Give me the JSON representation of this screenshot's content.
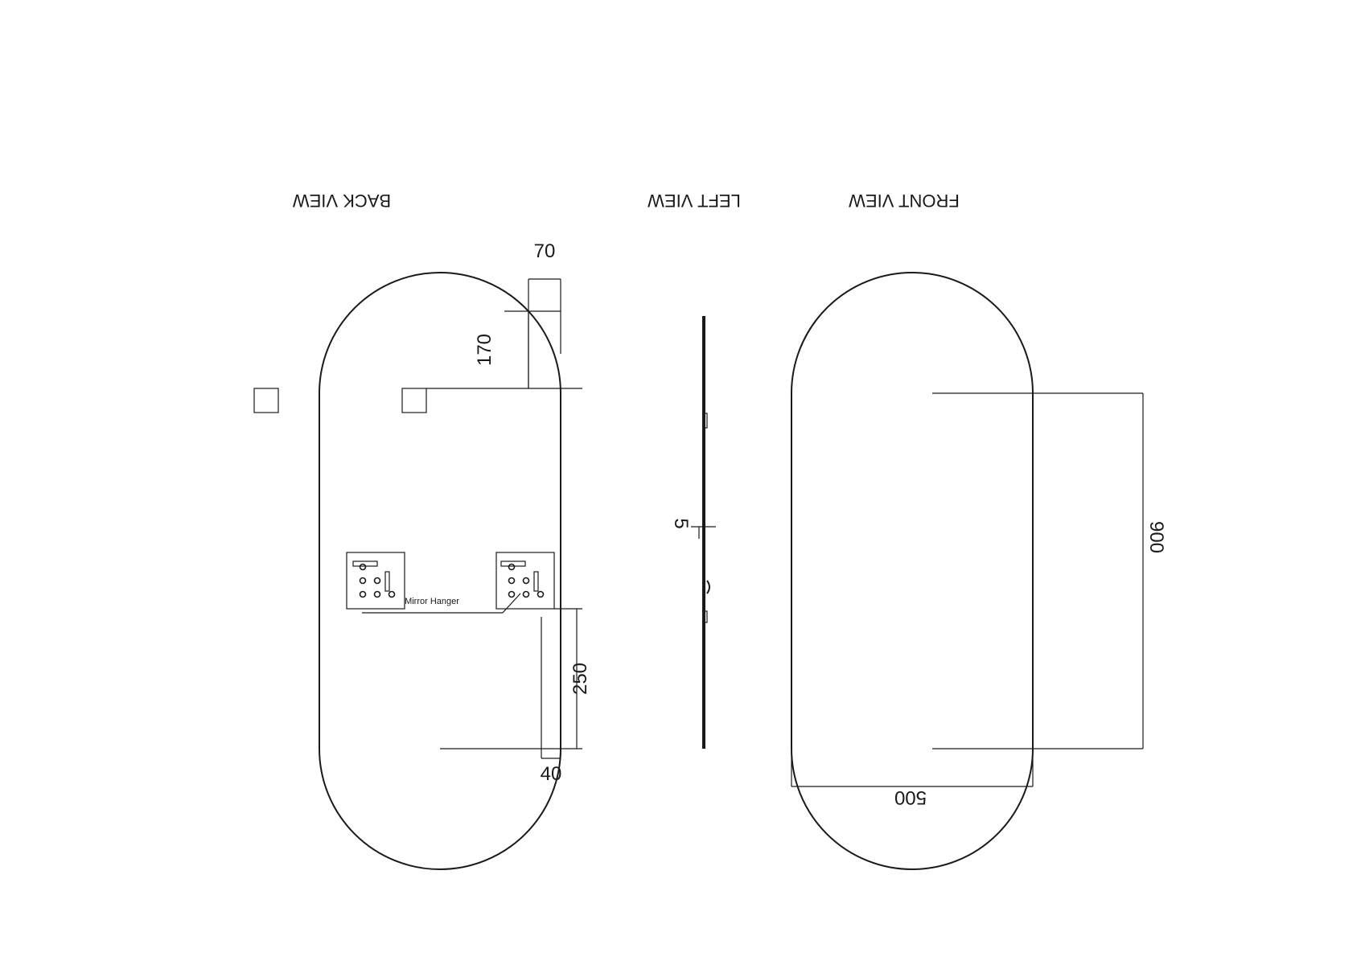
{
  "views": {
    "front": {
      "label": "FRONT VIEW"
    },
    "left": {
      "label": "LEFT VIEW"
    },
    "back": {
      "label": "BACK VIEW"
    }
  },
  "dimensions": {
    "width": "500",
    "height": "900",
    "thickness": "5",
    "hanger_offset_side": "70",
    "hanger_offset_top": "170",
    "bracket_offset_side": "40",
    "bracket_offset_bottom": "250"
  },
  "annotations": {
    "mirror_hanger": "Mirror Hanger"
  }
}
